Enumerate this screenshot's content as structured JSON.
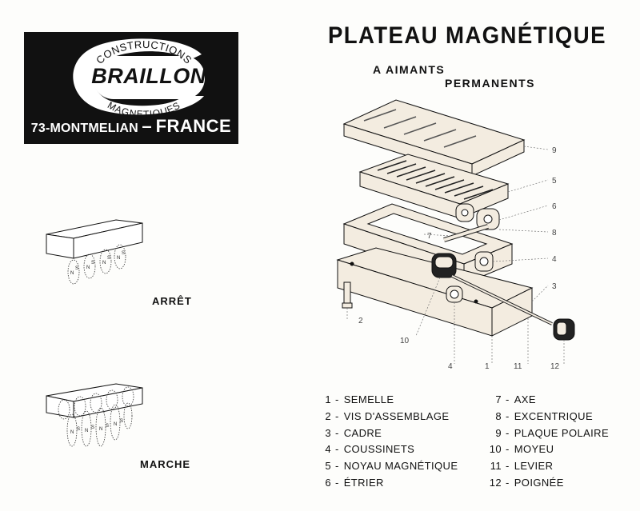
{
  "logo": {
    "line_top": "CONSTRUCTIONS",
    "brand": "BRAILLON",
    "line_bottom": "MAGNETIQUES",
    "address_prefix": "73-MONTMELIAN",
    "address_sep": "–",
    "address_country": "FRANCE"
  },
  "title": "PLATEAU MAGNÉTIQUE",
  "subtitle_line1": "A AIMANTS",
  "subtitle_line2": "PERMANENTS",
  "states": {
    "off_label": "ARRÊT",
    "on_label": "MARCHE"
  },
  "callouts": {
    "c9": "9",
    "c5": "5",
    "c6": "6",
    "c8": "8",
    "c4a": "4",
    "c3": "3",
    "c7": "7",
    "c2": "2",
    "c10": "10",
    "c4b": "4",
    "c1": "1",
    "c11": "11",
    "c12": "12"
  },
  "legend": {
    "left": [
      {
        "num": "1",
        "label": "SEMELLE"
      },
      {
        "num": "2",
        "label": "VIS D'ASSEMBLAGE"
      },
      {
        "num": "3",
        "label": "CADRE"
      },
      {
        "num": "4",
        "label": "COUSSINETS"
      },
      {
        "num": "5",
        "label": "NOYAU MAGNÉTIQUE"
      },
      {
        "num": "6",
        "label": "ÉTRIER"
      }
    ],
    "right": [
      {
        "num": "7",
        "label": "AXE"
      },
      {
        "num": "8",
        "label": "EXCENTRIQUE"
      },
      {
        "num": "9",
        "label": "PLAQUE POLAIRE"
      },
      {
        "num": "10",
        "label": "MOYEU"
      },
      {
        "num": "11",
        "label": "LEVIER"
      },
      {
        "num": "12",
        "label": "POIGNÉE"
      }
    ]
  },
  "colors": {
    "ink": "#111111",
    "logo_bg": "#111111",
    "paper": "#fdfdfb",
    "wood": "#f3ece0"
  }
}
